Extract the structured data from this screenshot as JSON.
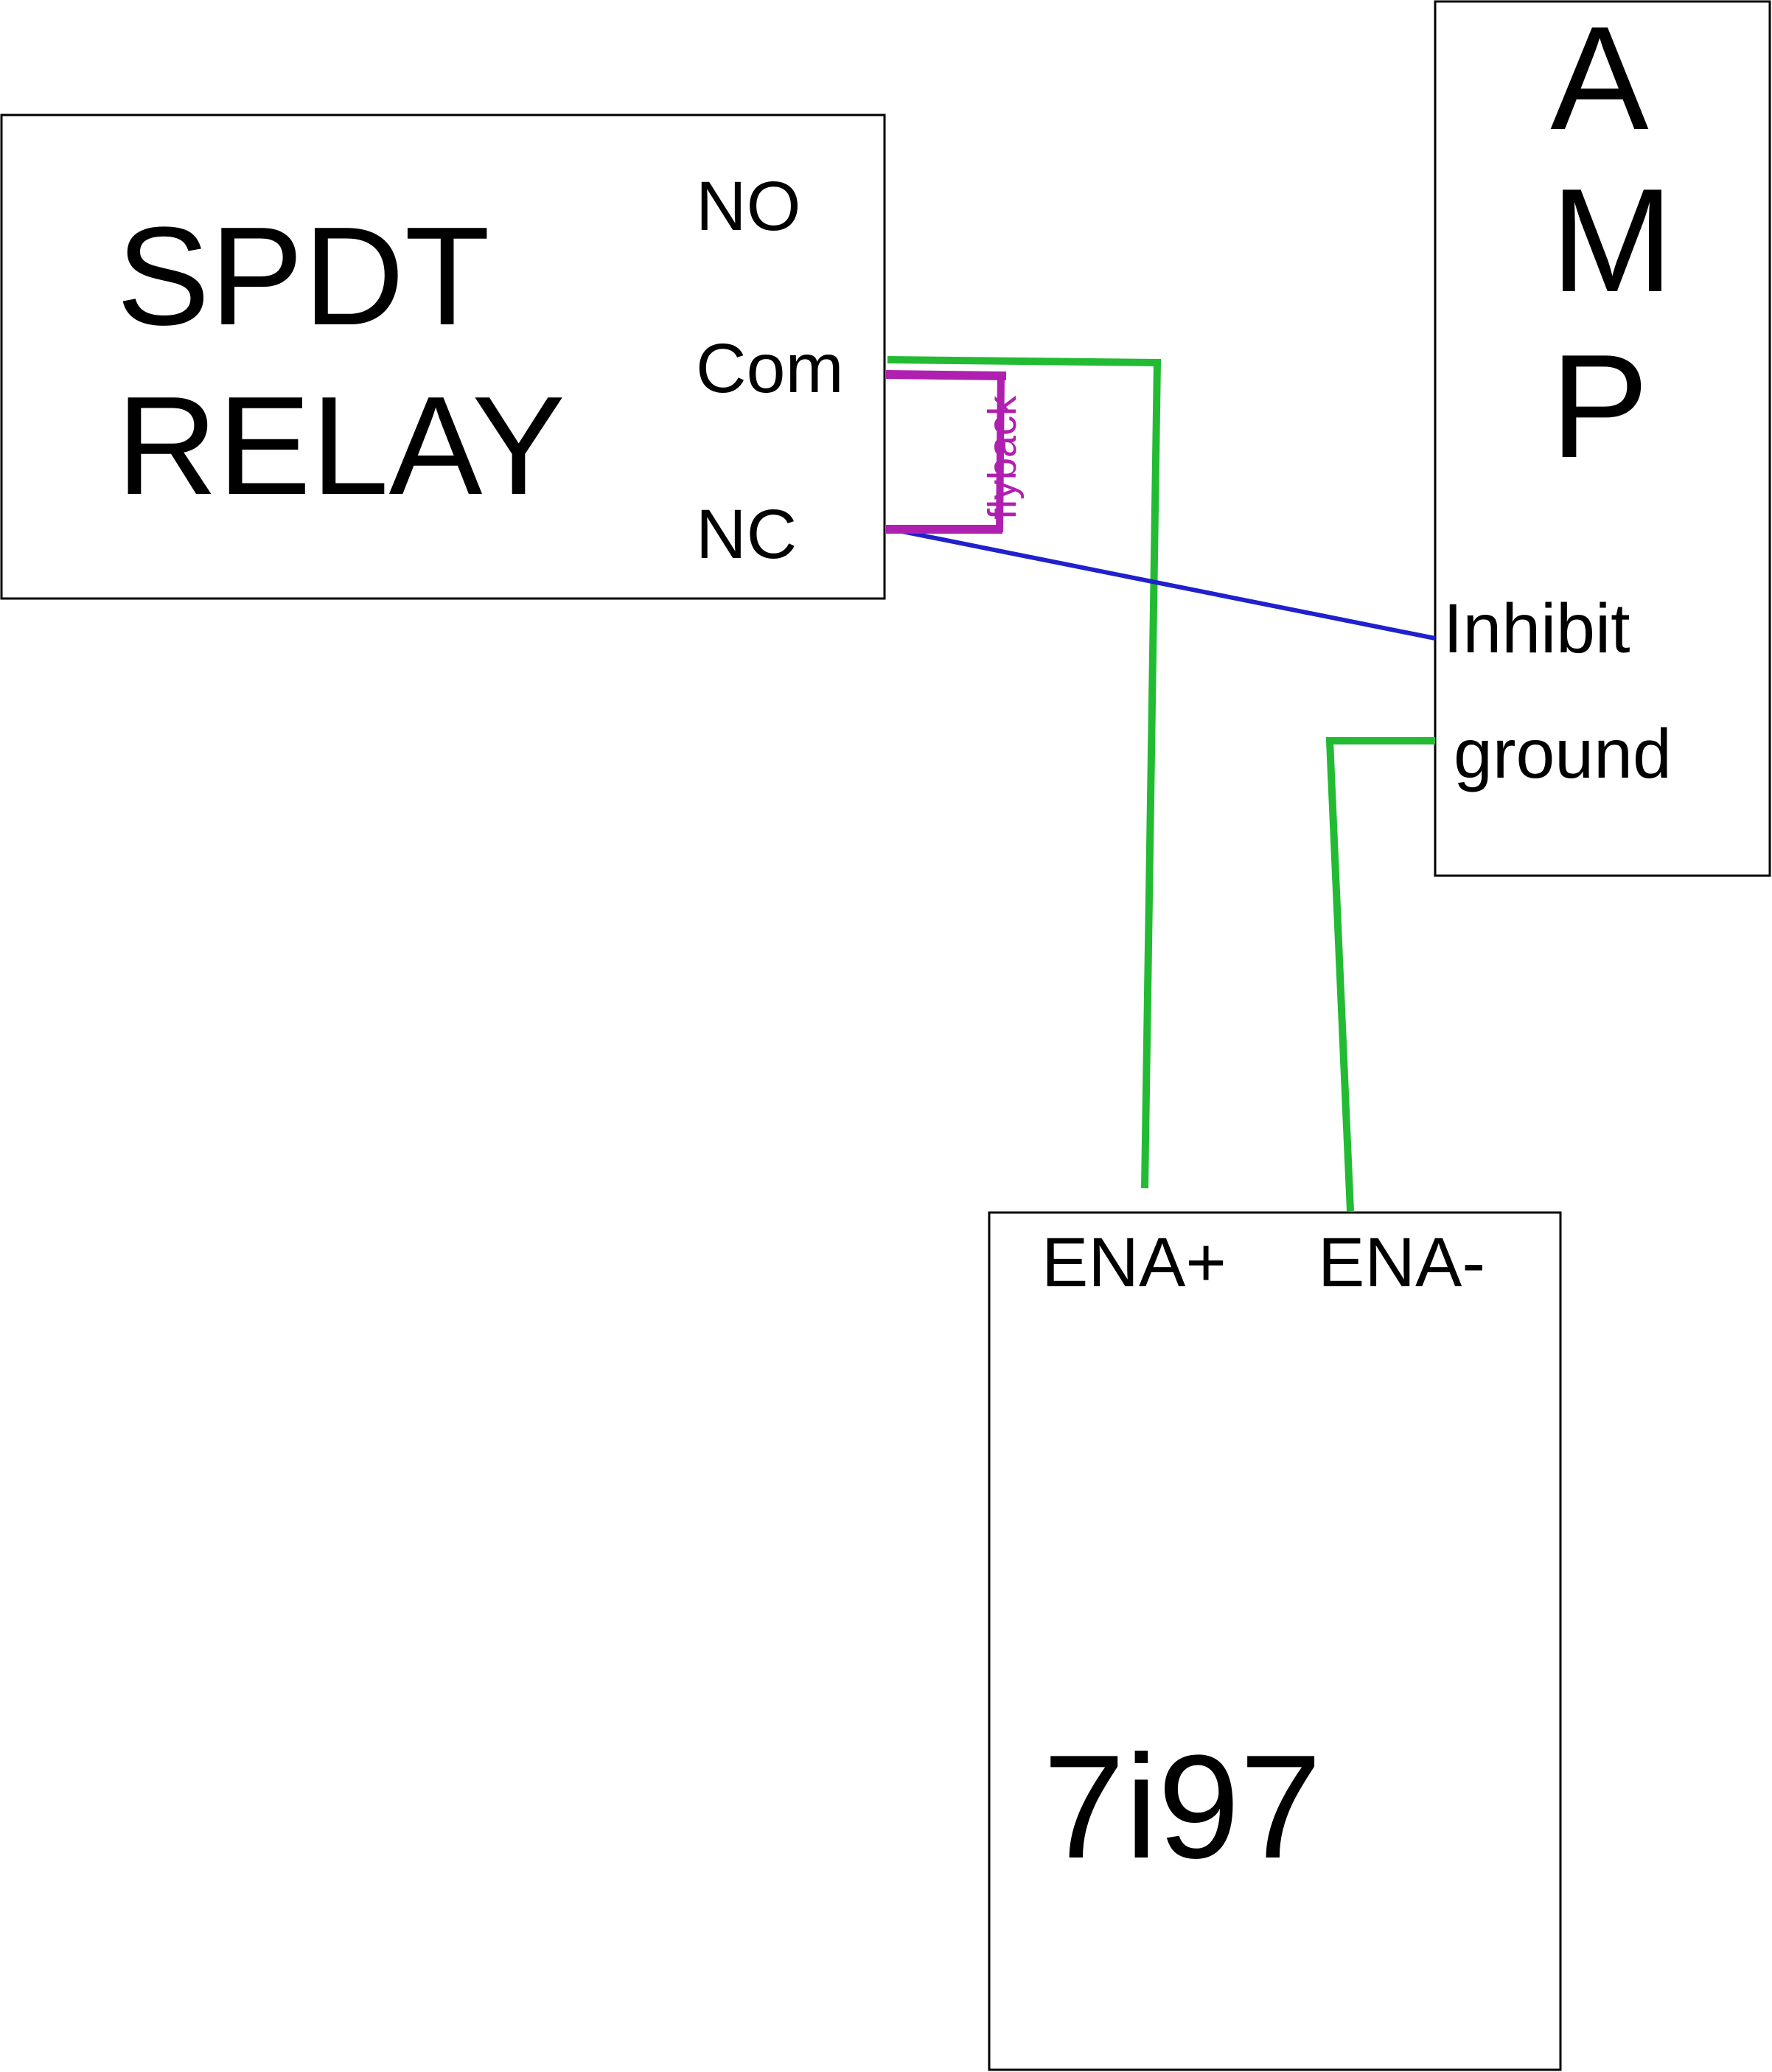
{
  "relay": {
    "title_line1": "SPDT",
    "title_line2": "RELAY",
    "pin_no": "NO",
    "pin_com": "Com",
    "pin_nc": "NC"
  },
  "amp": {
    "letter_a": "A",
    "letter_m": "M",
    "letter_p": "P",
    "pin_inhibit": "Inhibit",
    "pin_ground": "ground"
  },
  "board": {
    "name": "7i97",
    "pin_ena_plus": "ENA+",
    "pin_ena_minus": "ENA-"
  },
  "flyback": {
    "label": "flyback"
  },
  "colors": {
    "wire_green": "#22bb33",
    "wire_blue": "#2020cc",
    "flyback_magenta": "#b020b0",
    "outline": "#000000"
  }
}
